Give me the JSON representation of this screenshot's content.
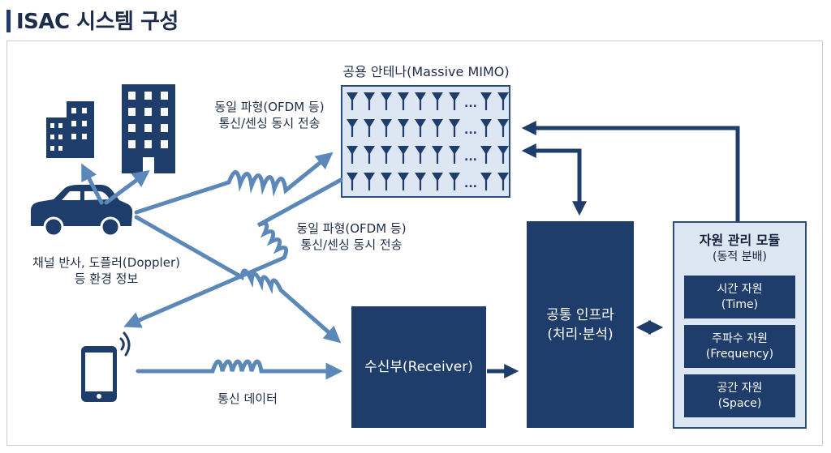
{
  "page": {
    "title": "ISAC 시스템 구성"
  },
  "antenna": {
    "label": "공용 안테나(Massive MIMO)",
    "row_dots": "..."
  },
  "upper_note": {
    "line1": "동일 파형(OFDM 등)",
    "line2": "통신/센싱 동시 전송"
  },
  "lower_note": {
    "line1": "동일 파형(OFDM 등)",
    "line2": "통신/센싱 동시 전송"
  },
  "channel_note": {
    "line1": "채널 반사, 도플러(Doppler)",
    "line2": "등 환경 정보"
  },
  "comm_data_label": "통신 데이터",
  "receiver": {
    "label": "수신부(Receiver)"
  },
  "infra": {
    "line1": "공통 인프라",
    "line2": "(처리·분석)"
  },
  "resource_module": {
    "title": "자원 관리 모듈",
    "subtitle": "(동적 분배)",
    "items": [
      {
        "line1": "시간 자원",
        "line2": "(Time)"
      },
      {
        "line1": "주파수 자원",
        "line2": "(Frequency)"
      },
      {
        "line1": "공간 자원",
        "line2": "(Space)"
      }
    ]
  },
  "icons": [
    "buildings-icon",
    "car-icon",
    "smartphone-icon",
    "antenna-icon"
  ],
  "colors": {
    "navy": "#1f3d6b",
    "beam": "#5b88b8",
    "panel_bg": "#dde7f3",
    "title": "#1c2c4a"
  }
}
